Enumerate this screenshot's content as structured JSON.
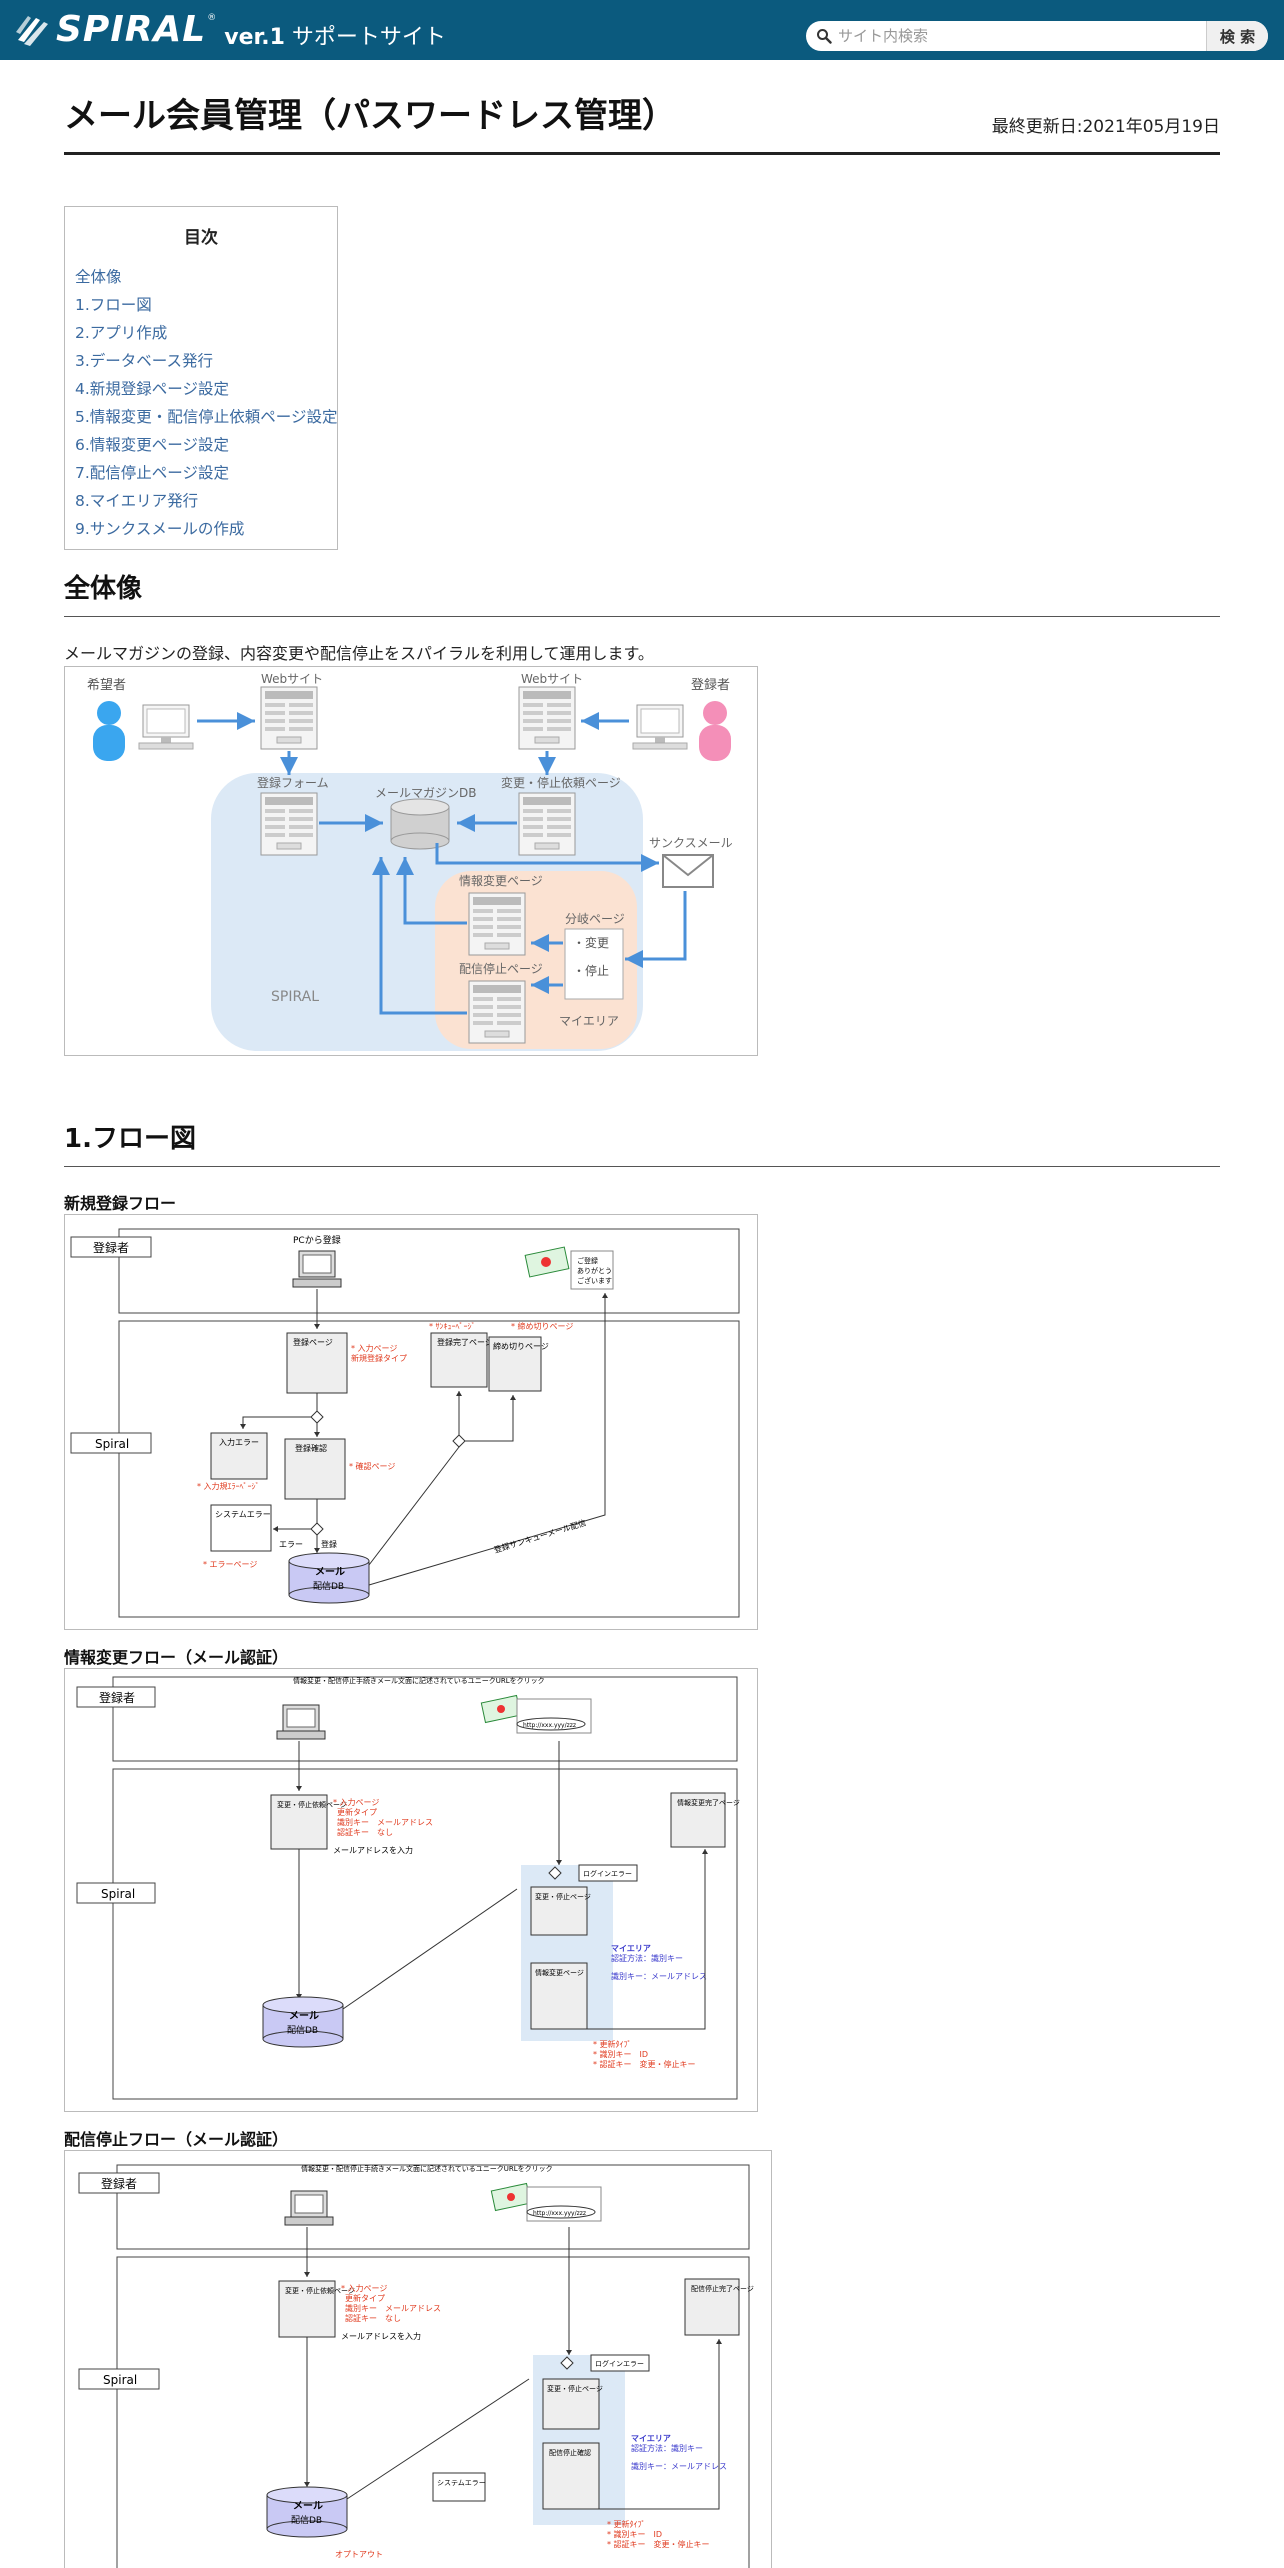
{
  "header": {
    "logo_text": "SPIRAL",
    "logo_reg": "®",
    "version": "ver.1",
    "site_name": "サポートサイト",
    "search_placeholder": "サイト内検索",
    "search_button": "検 索"
  },
  "page": {
    "title": "メール会員管理（パスワードレス管理）",
    "updated": "最終更新日:2021年05月19日"
  },
  "toc": {
    "title": "目次",
    "items": [
      "全体像",
      "1.フロー図",
      "2.アプリ作成",
      "3.データベース発行",
      "4.新規登録ページ設定",
      "5.情報変更・配信停止依頼ページ設定",
      "6.情報変更ページ設定",
      "7.配信停止ページ設定",
      "8.マイエリア発行",
      "9.サンクスメールの作成"
    ]
  },
  "overview": {
    "heading": "全体像",
    "description": "メールマガジンの登録、内容変更や配信停止をスパイラルを利用して運用します。",
    "diagram": {
      "applicant": "希望者",
      "registrant": "登録者",
      "website_left": "Webサイト",
      "website_right": "Webサイト",
      "form": "登録フォーム",
      "db": "メールマガジンDB",
      "request_page": "変更・停止依頼ページ",
      "thanks_mail": "サンクスメール",
      "change_page": "情報変更ページ",
      "branch_page": "分岐ページ",
      "branch_change": "・変更",
      "branch_stop": "・停止",
      "stop_page": "配信停止ページ",
      "spiral": "SPIRAL",
      "my_area": "マイエリア"
    }
  },
  "flow": {
    "heading": "1.フロー図",
    "new_registration": {
      "title": "新規登録フロー",
      "lane_user": "登録者",
      "lane_spiral": "Spiral",
      "pc_register": "PCから登録",
      "thanks_card": [
        "ご登録",
        "ありがとう",
        "ございます"
      ],
      "reg_page": "登録ページ",
      "input_page_note": "* 入力ページ",
      "new_reg_type": "新規登録タイプ",
      "confirm_page": "登録確認",
      "confirm_note": "* 確認ページ",
      "input_error": "入力エラー",
      "input_error_note": "* 入力規ｴﾗｰﾍﾟｰｼﾞ",
      "system_error": "システムエラー",
      "error_note": "* エラーページ",
      "error_label": "エラー",
      "register_label": "登録",
      "thanks_page": "登録完了ページ",
      "thanks_note": "* ｻﾝｷｭｰﾍﾟｰｼﾞ",
      "closed_page": "締め切りページ",
      "closed_note": "* 締め切りページ",
      "thanks_mail": "登録サンキューメール配信",
      "db_label": "メール",
      "db_label2": "配信DB"
    },
    "change_flow": {
      "title": "情報変更フロー（メール認証）",
      "lane_user": "登録者",
      "lane_spiral": "Spiral",
      "click_note": "情報変更・配信停止手続きメール文面に記述されているユニークURLをクリック",
      "url": "http://xxx.yyy/zzz",
      "request_page": "変更・停止依頼ページ",
      "input_page": "* 入力ページ",
      "change_type": "更新タイプ",
      "id_key": "識別キー　メールアドレス",
      "auth_key": "認証キー　なし",
      "email_input": "メールアドレスを入力",
      "login_error": "ログインエラー",
      "change_stop": "変更・停止ページ",
      "my_area": "マイエリア",
      "auth_method": "認証方法：識別キー",
      "id_key2": "識別キー：メールアドレス",
      "change_page": "情報変更ページ",
      "complete_page": "情報変更完了ページ",
      "db_label": "メール",
      "db_label2": "配信DB",
      "update_type": "* 更新ﾀｲﾌﾟ",
      "id_key3": "* 識別キー　ID",
      "auth_key3": "* 認証キー　変更・停止キー"
    },
    "stop_flow": {
      "title": "配信停止フロー（メール認証）",
      "lane_user": "登録者",
      "lane_spiral": "Spiral",
      "click_note": "情報変更・配信停止手続きメール文面に記述されているユニークURLをクリック",
      "url": "http://xxx.yyy/zzz",
      "request_page": "変更・停止依頼ページ",
      "input_page": "* 入力ページ",
      "change_type": "更新タイプ",
      "id_key": "識別キー　メールアドレス",
      "auth_key": "認証キー　なし",
      "email_input": "メールアドレスを入力",
      "login_error": "ログインエラー",
      "change_stop": "変更・停止ページ",
      "my_area": "マイエリア",
      "auth_method": "認証方法：識別キー",
      "id_key2": "識別キー：メールアドレス",
      "stop_confirm": "配信停止確認",
      "complete_page": "配信停止完了ページ",
      "system_error": "システムエラー",
      "db_label": "メール",
      "db_label2": "配信DB",
      "update_type": "* 更新ﾀｲﾌﾟ",
      "id_key3": "* 識別キー　ID",
      "auth_key3": "* 認証キー　変更・停止キー",
      "opt_out": "オプトアウト"
    }
  },
  "colors": {
    "header_bg": "#0b5a7e",
    "link": "#3b6aa0",
    "spiral_region": "#dce9f6",
    "my_area_region": "#fbe2d2",
    "arrow": "#4a90d9",
    "annotation_red": "#e03a1e",
    "annotation_blue": "#3a3acc"
  }
}
